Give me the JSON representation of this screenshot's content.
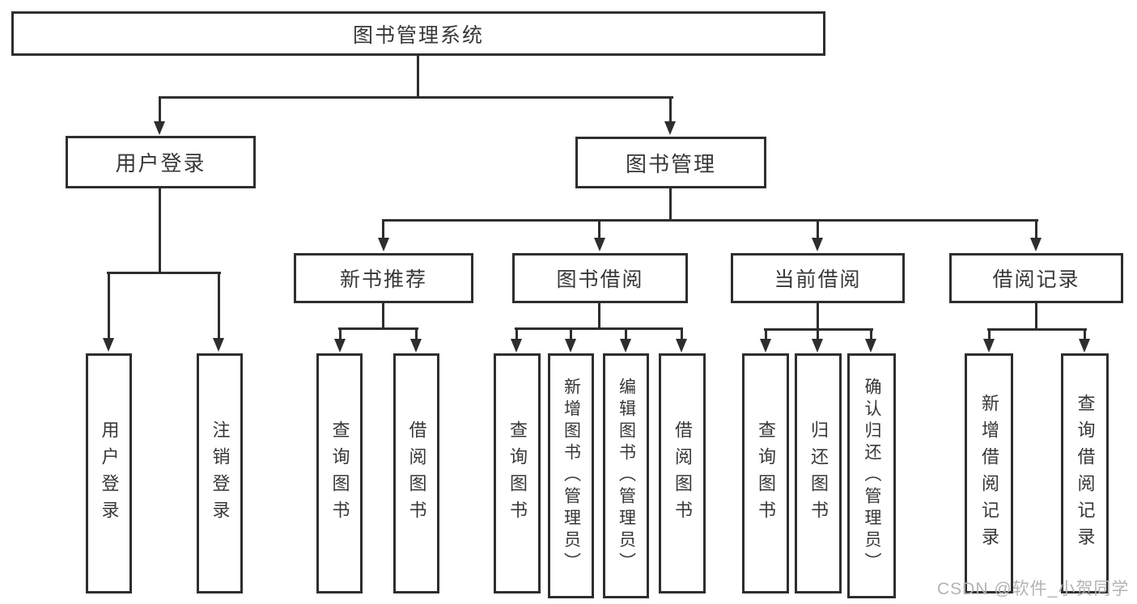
{
  "diagram_title": "图书管理系统",
  "watermark": "CSDN @软件_小贺同学",
  "colors": {
    "background": "#ffffff",
    "line": "#2e2e2e",
    "box_border": "#2e2e2e",
    "text": "#373737",
    "watermark": "#b3b3b3"
  },
  "nodes": {
    "root": {
      "label": "图书管理系统"
    },
    "user_login": {
      "label": "用户登录"
    },
    "book_mgmt": {
      "label": "图书管理"
    },
    "new_book_rec": {
      "label": "新书推荐"
    },
    "book_borrow": {
      "label": "图书借阅"
    },
    "current_borrow": {
      "label": "当前借阅"
    },
    "borrow_record": {
      "label": "借阅记录"
    },
    "v_user_login": {
      "label": "用户登录"
    },
    "v_logout": {
      "label": "注销登录"
    },
    "v_query_book_1": {
      "label": "查询图书"
    },
    "v_borrow_book_1": {
      "label": "借阅图书"
    },
    "v_query_book_2": {
      "label": "查询图书"
    },
    "v_add_book": {
      "label": "新增图书（管理员）"
    },
    "v_edit_book": {
      "label": "编辑图书（管理员）"
    },
    "v_borrow_book_2": {
      "label": "借阅图书"
    },
    "v_query_book_3": {
      "label": "查询图书"
    },
    "v_return_book": {
      "label": "归还图书"
    },
    "v_confirm_return": {
      "label": "确认归还（管理员）"
    },
    "v_add_borrow_record": {
      "label": "新增借阅记录"
    },
    "v_query_borrow_record": {
      "label": "查询借阅记录"
    }
  },
  "hierarchy": {
    "图书管理系统": [
      "用户登录",
      "图书管理"
    ],
    "用户登录": [
      "用户登录",
      "注销登录"
    ],
    "图书管理": [
      "新书推荐",
      "图书借阅",
      "当前借阅",
      "借阅记录"
    ],
    "新书推荐": [
      "查询图书",
      "借阅图书"
    ],
    "图书借阅": [
      "查询图书",
      "新增图书（管理员）",
      "编辑图书（管理员）",
      "借阅图书"
    ],
    "当前借阅": [
      "查询图书",
      "归还图书",
      "确认归还（管理员）"
    ],
    "借阅记录": [
      "新增借阅记录",
      "查询借阅记录"
    ]
  }
}
